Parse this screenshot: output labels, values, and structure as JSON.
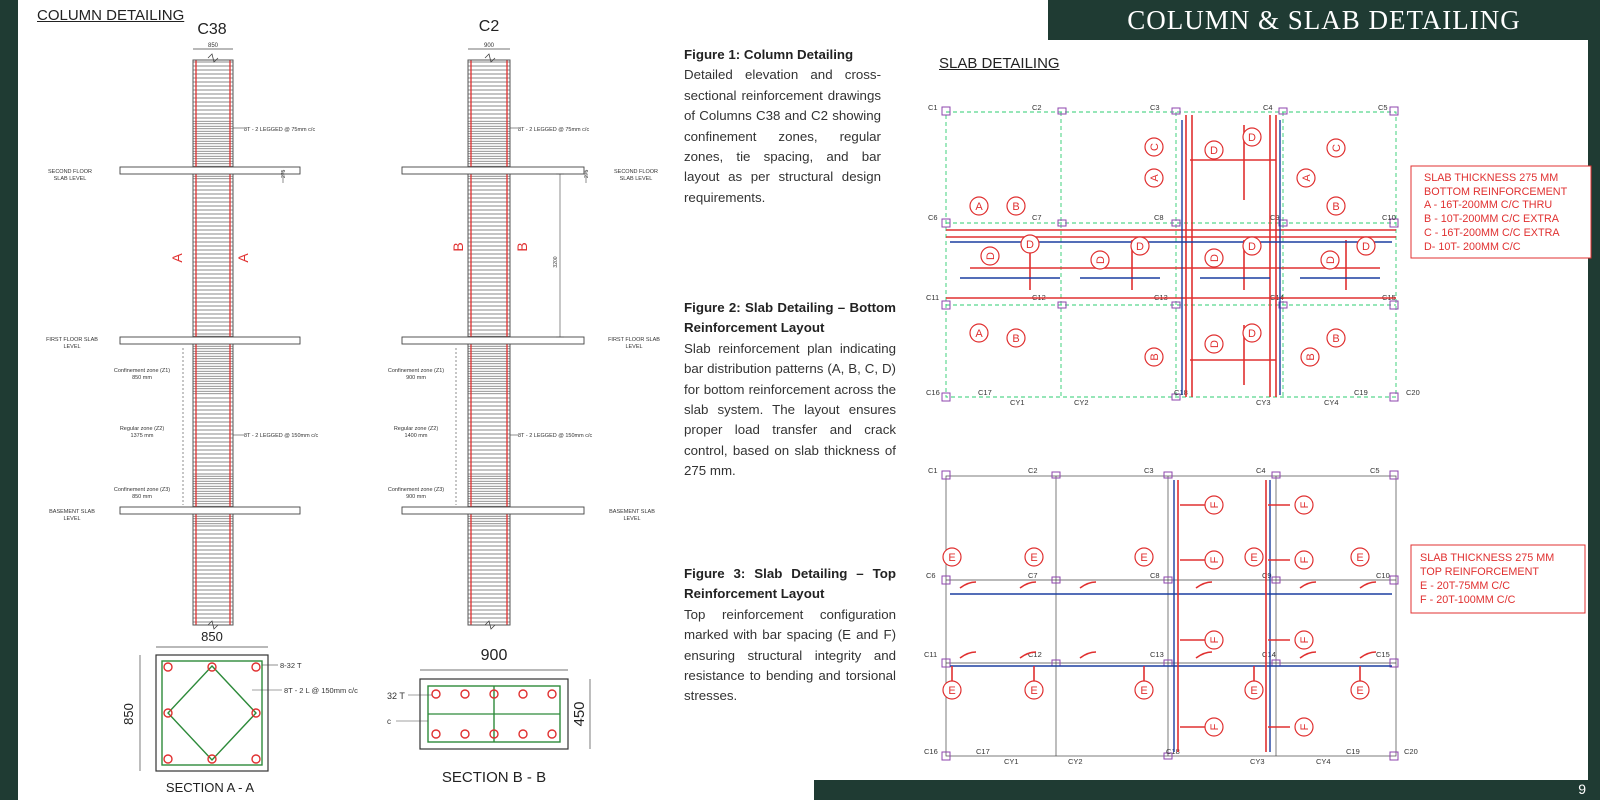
{
  "header": {
    "title": "COLUMN & SLAB DETAILING"
  },
  "footer": {
    "page_number": "9"
  },
  "column_section": {
    "heading": "COLUMN DETAILING",
    "col_a": {
      "name": "C38",
      "width": "850",
      "tie_top": "8T - 2 LEGGED @ 75mm c/c",
      "tie_mid": "8T - 2 LEGGED @ 150mm c/c",
      "cut": "A",
      "zone1": "Confinement zone (Z1)",
      "zone1_val": "850 mm",
      "zone2": "Regular zone (Z2)",
      "zone2_val": "1375 mm",
      "zone3": "Confinement zone (Z3)",
      "zone3_val": "850 mm"
    },
    "col_b": {
      "name": "C2",
      "width": "900",
      "tie_top": "8T - 2 LEGGED @ 75mm c/c",
      "tie_mid": "8T - 2 LEGGED @ 150mm c/c",
      "cut": "B",
      "zone1": "Confinement zone (Z1)",
      "zone1_val": "900 mm",
      "zone2": "Regular zone (Z2)",
      "zone2_val": "1400 mm",
      "zone3": "Confinement zone (Z3)",
      "zone3_val": "900 mm",
      "storey_height": "3200"
    },
    "levels": {
      "second_a": "SECOND FLOOR",
      "second_b": "SLAB LEVEL",
      "first_a": "FIRST FLOOR SLAB",
      "first_b": "LEVEL",
      "base_a": "BASEMENT SLAB",
      "base_b": "LEVEL",
      "dim_small": "275"
    },
    "section_a": {
      "title": "SECTION A - A",
      "width": "850",
      "depth": "850",
      "bars": "8-32 T",
      "ties": "8T - 2 L @ 150mm c/c"
    },
    "section_b": {
      "title": "SECTION B - B",
      "width": "900",
      "depth": "450",
      "bars": "32 T",
      "cover": "c"
    }
  },
  "figures": {
    "fig1": {
      "title": "Figure 1: Column Detailing",
      "body": "Detailed elevation and cross-sectional reinforcement drawings of Columns C38 and C2 showing confinement zones, regular zones, tie spacing, and bar layout as per structural design requirements."
    },
    "fig2": {
      "title": "Figure 2: Slab Detailing – Bottom Reinforcement Layout",
      "body": "Slab reinforcement plan indicating bar distribution patterns (A, B, C, D) for bottom reinforcement across the slab system. The layout ensures proper load transfer and crack control, based on slab thickness of 275 mm."
    },
    "fig3": {
      "title": "Figure 3: Slab Detailing – Top Reinforcement Layout",
      "body": "Top reinforcement configuration marked with bar spacing (E and F) ensuring structural integrity and resistance to bending and torsional stresses."
    }
  },
  "slab_section": {
    "heading": "SLAB DETAILING",
    "grid": {
      "row1": [
        "C1",
        "C2",
        "C3",
        "C4",
        "C5"
      ],
      "row2": [
        "C6",
        "C7",
        "C8",
        "C9",
        "C10"
      ],
      "row3": [
        "C11",
        "C12",
        "C13",
        "C14",
        "C15"
      ],
      "row4": [
        "C16",
        "C17",
        "CY1",
        "CY2",
        "C18",
        "CY3",
        "CY4",
        "C19",
        "C20"
      ]
    },
    "bottom_legend": [
      "SLAB THICKNESS 275 MM",
      "BOTTOM REINFORCEMENT",
      "A - 16T-200MM C/C THRU",
      "B - 10T-200MM C/C EXTRA",
      "C - 16T-200MM C/C EXTRA",
      "D- 10T- 200MM C/C"
    ],
    "top_legend": [
      "SLAB THICKNESS 275 MM",
      "TOP REINFORCEMENT",
      "E - 20T-75MM C/C",
      "F - 20T-100MM C/C"
    ],
    "marks": {
      "a": "A",
      "b": "B",
      "c": "C",
      "d": "D",
      "e": "E",
      "f": "F"
    }
  },
  "colors": {
    "frame": "#1f3b33",
    "rebar": "#e03030",
    "grid": "#2ecc71",
    "column_mark": "#8e44ad",
    "bar_blue": "#1c3fa0"
  }
}
